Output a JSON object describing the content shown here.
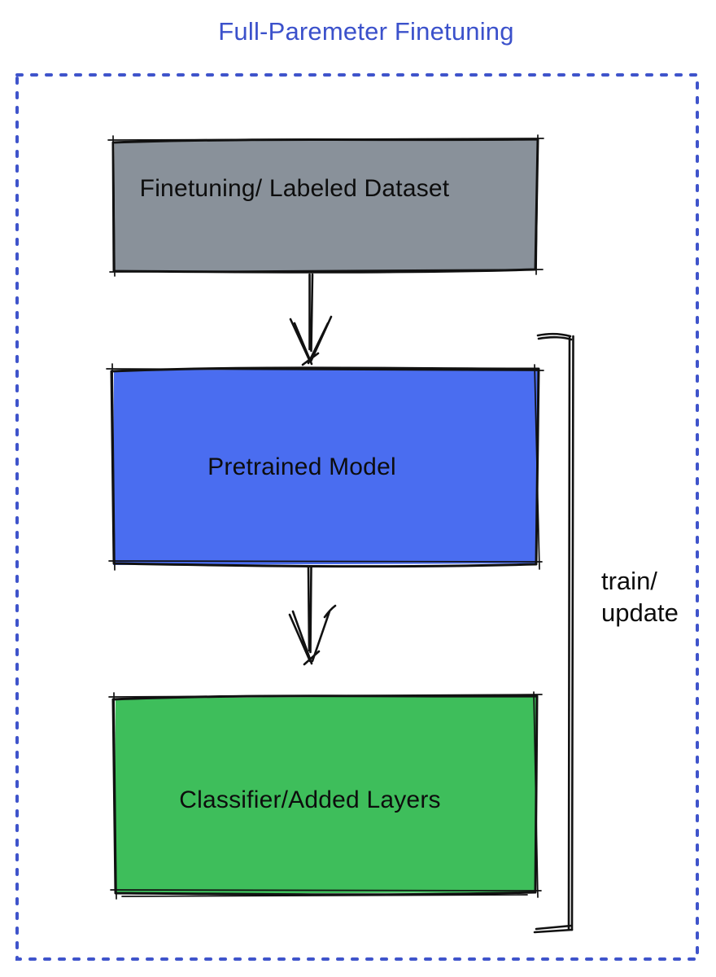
{
  "title": "Full-Paremeter Finetuning",
  "diagram": {
    "nodes": [
      {
        "id": "finetuning-dataset",
        "label": "Finetuning/ Labeled Dataset"
      },
      {
        "id": "pretrained-model",
        "label": "Pretrained Model"
      },
      {
        "id": "classifier-added-layers",
        "label": "Classifier/Added Layers"
      }
    ],
    "arrows": [
      {
        "from": "finetuning-dataset",
        "to": "pretrained-model"
      },
      {
        "from": "pretrained-model",
        "to": "classifier-added-layers"
      }
    ],
    "bracket_label": "train/\nupdate"
  },
  "colors": {
    "title_text": "#3B51CB",
    "frame_blue": "#3F54CB",
    "dataset_fill": "#89919A",
    "pretrained_fill": "#4A6DF0",
    "classifier_fill": "#3EBE5B",
    "ink": "#111111"
  }
}
